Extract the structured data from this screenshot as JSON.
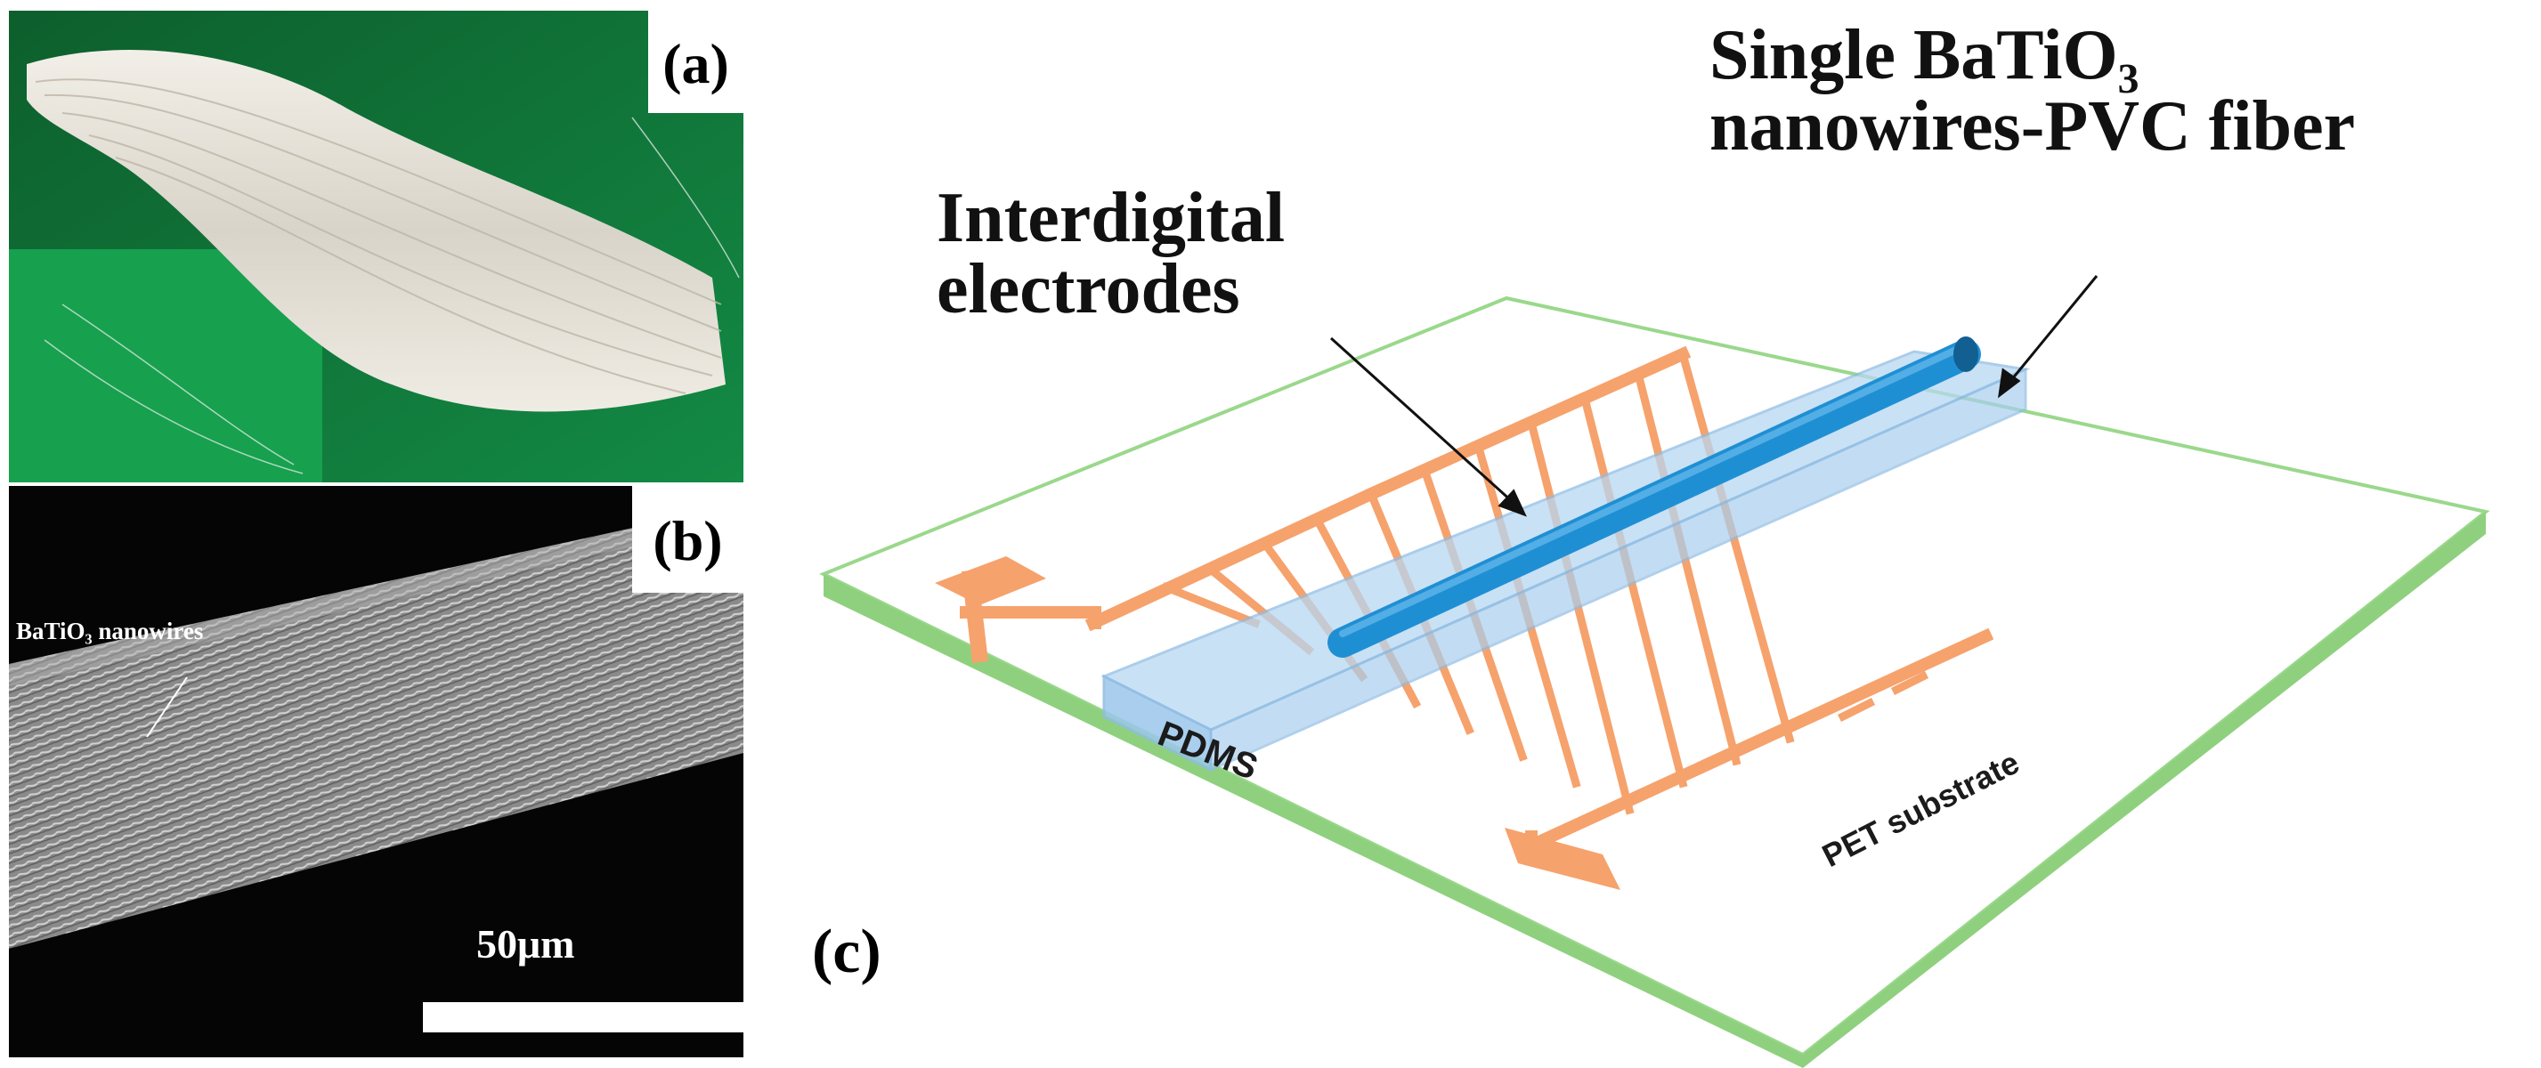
{
  "panel_a": {
    "label": "(a)"
  },
  "panel_b": {
    "label": "(b)",
    "annotation": "BaTiO₃ nanowires",
    "scale_bar": "50μm"
  },
  "panel_c": {
    "label": "(c)",
    "callout_electrodes": [
      "Interdigital",
      "electrodes"
    ],
    "callout_fiber": [
      "Single BaTiO₃",
      "nanowires-PVC fiber"
    ],
    "pdms_label": "PDMS",
    "substrate_label": "PET substrate",
    "colors": {
      "substrate_edge": "#8fd07e",
      "electrode": "#f6a26c",
      "pdms": "#b7d8f2",
      "fiber": "#1f8fd4"
    }
  }
}
